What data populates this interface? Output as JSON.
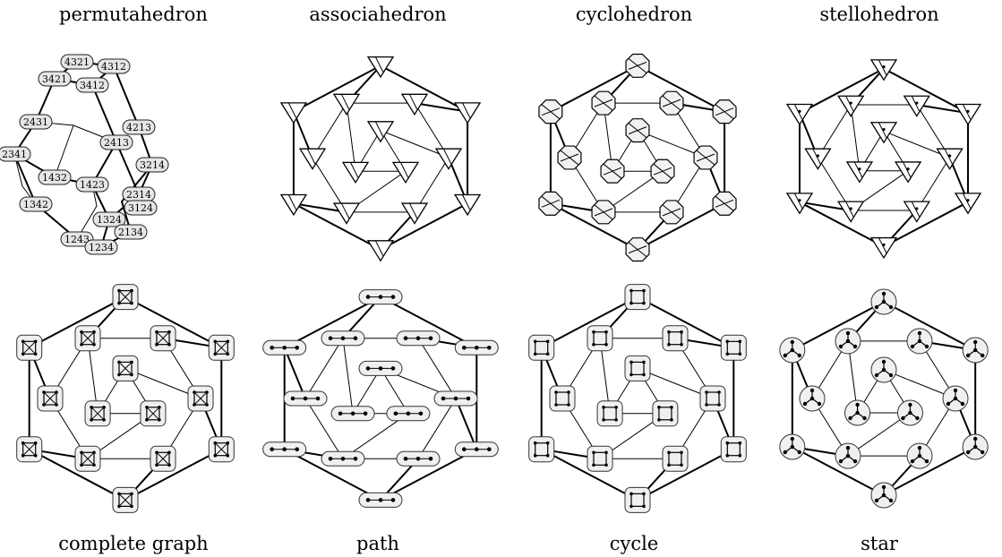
{
  "titles": {
    "top": [
      "permutahedron",
      "associahedron",
      "cyclohedron",
      "stellohedron"
    ],
    "bottom": [
      "complete graph",
      "path",
      "cycle",
      "star"
    ]
  },
  "permutations": [
    "4321",
    "4312",
    "3421",
    "3412",
    "4213",
    "2431",
    "2413",
    "2341",
    "3214",
    "1432",
    "1423",
    "2314",
    "3124",
    "1342",
    "1324",
    "2134",
    "1243",
    "1234"
  ]
}
